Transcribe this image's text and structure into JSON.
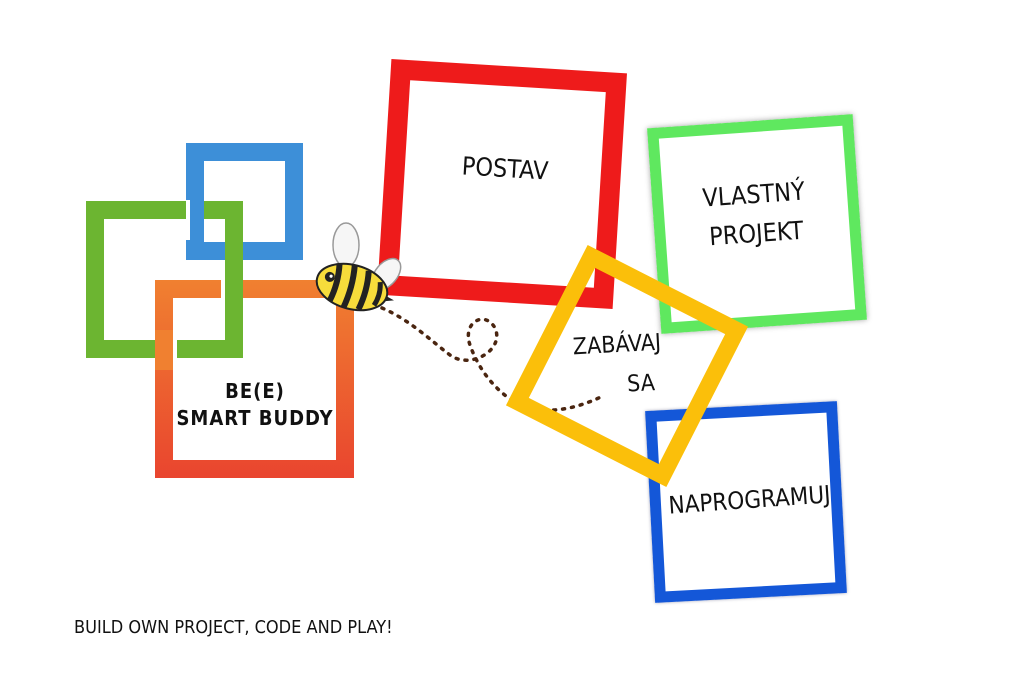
{
  "logo": {
    "line1": "BE(E)",
    "line2": "SMART BUDDY"
  },
  "boxes": {
    "postav": "POSTAV",
    "vlastny_line1": "VLASTNÝ",
    "vlastny_line2": "PROJEKT",
    "zabavaj_line1": "ZABÁVAJ",
    "zabavaj_line2": "SA",
    "naprogramuj": "NAPROGRAMUJ"
  },
  "tagline": "BUILD OWN PROJECT, CODE AND PLAY!",
  "colors": {
    "blue": "#3d8fd8",
    "green": "#6cb531",
    "orange_top": "#f08030",
    "orange_bottom": "#e9452f",
    "red": "#ee1b1b",
    "bright_green": "#5fe85f",
    "yellow": "#fbbf0a",
    "navy_blue": "#1457d8",
    "bee_yellow": "#f7dc3b",
    "trail_brown": "#4a2510"
  },
  "icons": [
    "bee-icon",
    "interlocked-squares-logo"
  ]
}
